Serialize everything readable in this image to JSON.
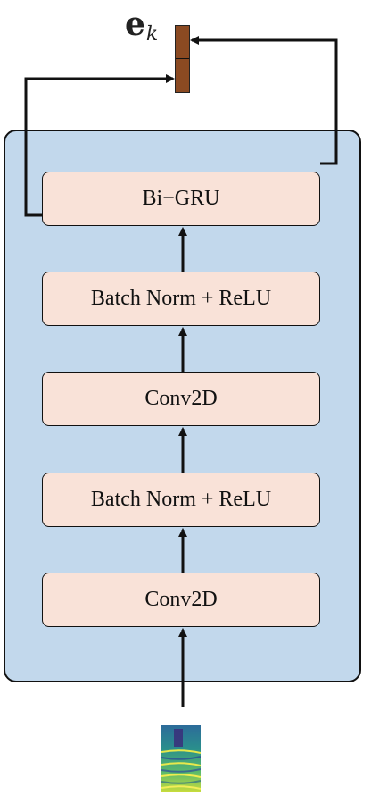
{
  "blocks": [
    {
      "id": "bi-gru",
      "label": "Bi−GRU"
    },
    {
      "id": "bn-relu-2",
      "label": "Batch Norm + ReLU"
    },
    {
      "id": "conv2d-2",
      "label": "Conv2D"
    },
    {
      "id": "bn-relu-1",
      "label": "Batch Norm + ReLU"
    },
    {
      "id": "conv2d-1",
      "label": "Conv2D"
    }
  ],
  "output": {
    "symbol": "e",
    "subscript": "k"
  },
  "colors": {
    "container_fill": "#c2d8ec",
    "block_fill": "#f9e2d8",
    "embedding_fill": "#8b4a22"
  }
}
